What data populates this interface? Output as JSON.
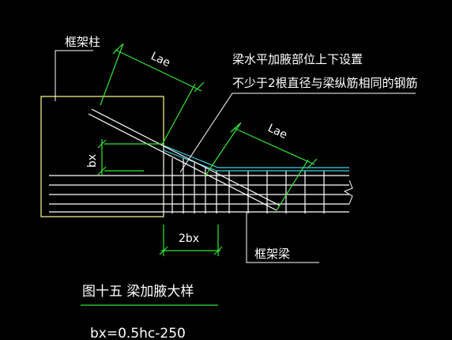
{
  "labels": {
    "frame_column": "框架柱",
    "note_line1": "梁水平加腋部位上下设置",
    "note_line2": "不少于2根直径与梁纵筋相同的钢筋",
    "lae_upper": "Lae",
    "lae_lower": "Lae",
    "bx": "bx",
    "two_bx": "2bx",
    "frame_beam": "框架梁",
    "figure_title": "图十五  梁加腋大样",
    "formula": "bx=0.5hc-250"
  },
  "colors": {
    "background": "#000000",
    "line_white": "#ffffff",
    "line_yellow": "#ffff8c",
    "line_green": "#32e632",
    "line_cyan": "#3cd2e6"
  }
}
